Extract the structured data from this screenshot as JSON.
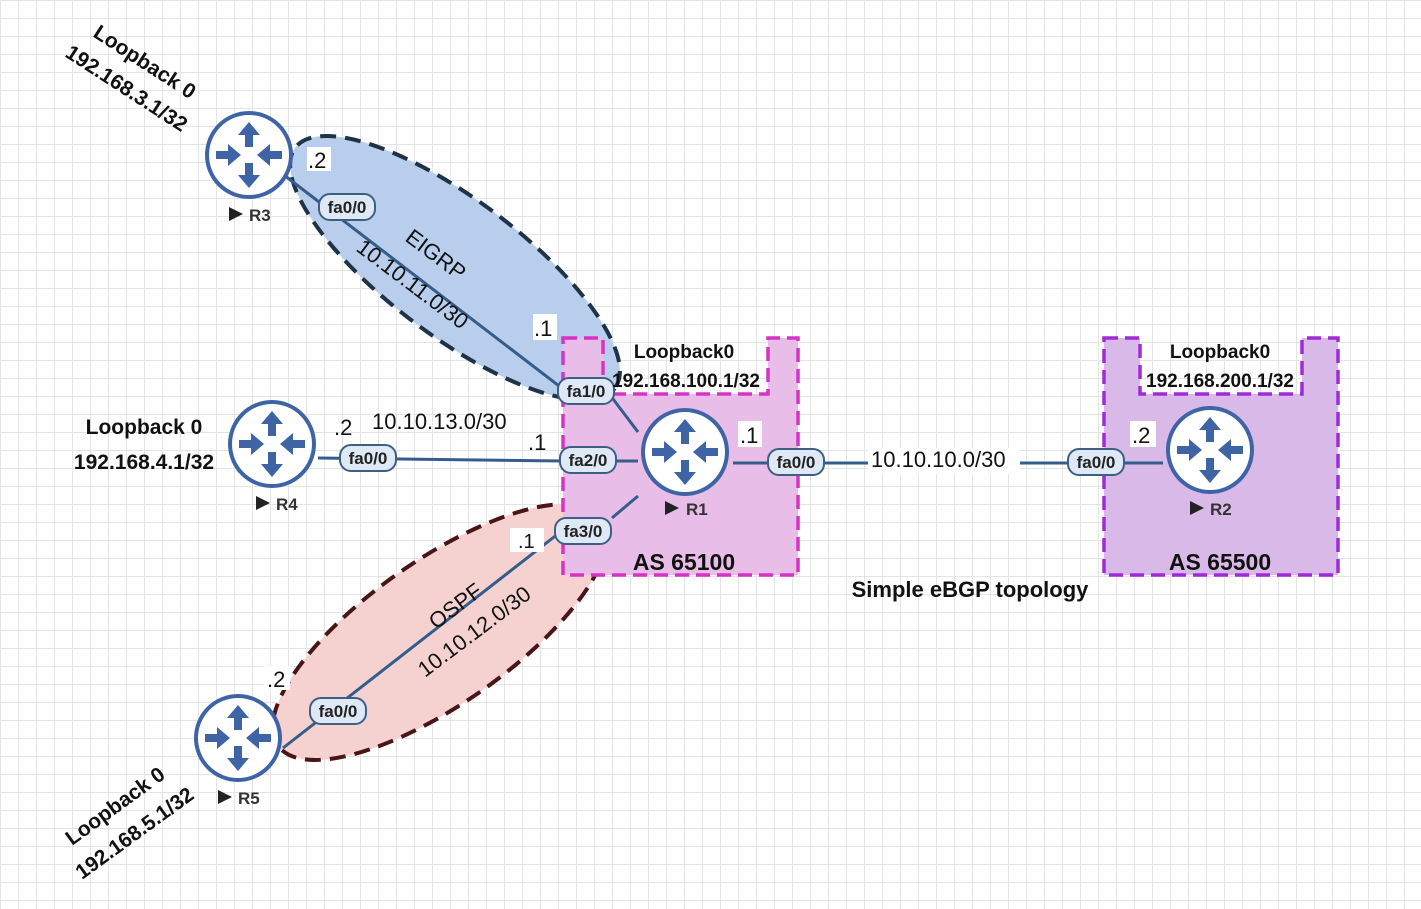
{
  "title": "Simple eBGP topology",
  "colors": {
    "eigrp_fill": "#b9cdec",
    "ospf_fill": "#f5d2d0",
    "as65100_fill": "#e8bde8",
    "as65100_border": "#d633c6",
    "as65500_fill": "#d8b9e8",
    "as65500_border": "#a12ad8",
    "router": "#3f64a6",
    "link": "#355d8c"
  },
  "regions": {
    "eigrp_label": "EIGRP",
    "ospf_label": "OSPF",
    "as65100": {
      "label": "AS 65100",
      "loopback_title": "Loopback0",
      "loopback_ip": "192.168.100.1/32"
    },
    "as65500": {
      "label": "AS 65500",
      "loopback_title": "Loopback0",
      "loopback_ip": "192.168.200.1/32"
    }
  },
  "routers": {
    "r1": {
      "name": "R1",
      "icon": "router-icon"
    },
    "r2": {
      "name": "R2",
      "icon": "router-icon"
    },
    "r3": {
      "name": "R3",
      "icon": "router-icon",
      "loopback_title": "Loopback 0",
      "loopback_ip": "192.168.3.1/32"
    },
    "r4": {
      "name": "R4",
      "icon": "router-icon",
      "loopback_title": "Loopback 0",
      "loopback_ip": "192.168.4.1/32"
    },
    "r5": {
      "name": "R5",
      "icon": "router-icon",
      "loopback_title": "Loopback 0",
      "loopback_ip": "192.168.5.1/32"
    }
  },
  "interfaces": {
    "r3_fa00": "fa0/0",
    "r4_fa00": "fa0/0",
    "r5_fa00": "fa0/0",
    "r1_fa10": "fa1/0",
    "r1_fa20": "fa2/0",
    "r1_fa30": "fa3/0",
    "r1_fa00": "fa0/0",
    "r2_fa00": "fa0/0"
  },
  "links": {
    "r1_r3": {
      "subnet": "10.10.11.0/30",
      "r1_host": ".1",
      "r3_host": ".2"
    },
    "r1_r4": {
      "subnet": "10.10.13.0/30",
      "r1_host": ".1",
      "r4_host": ".2"
    },
    "r1_r5": {
      "subnet": "10.10.12.0/30",
      "r1_host": ".1",
      "r5_host": ".2"
    },
    "r1_r2": {
      "subnet": "10.10.10.0/30",
      "r1_host": ".1",
      "r2_host": ".2"
    }
  }
}
